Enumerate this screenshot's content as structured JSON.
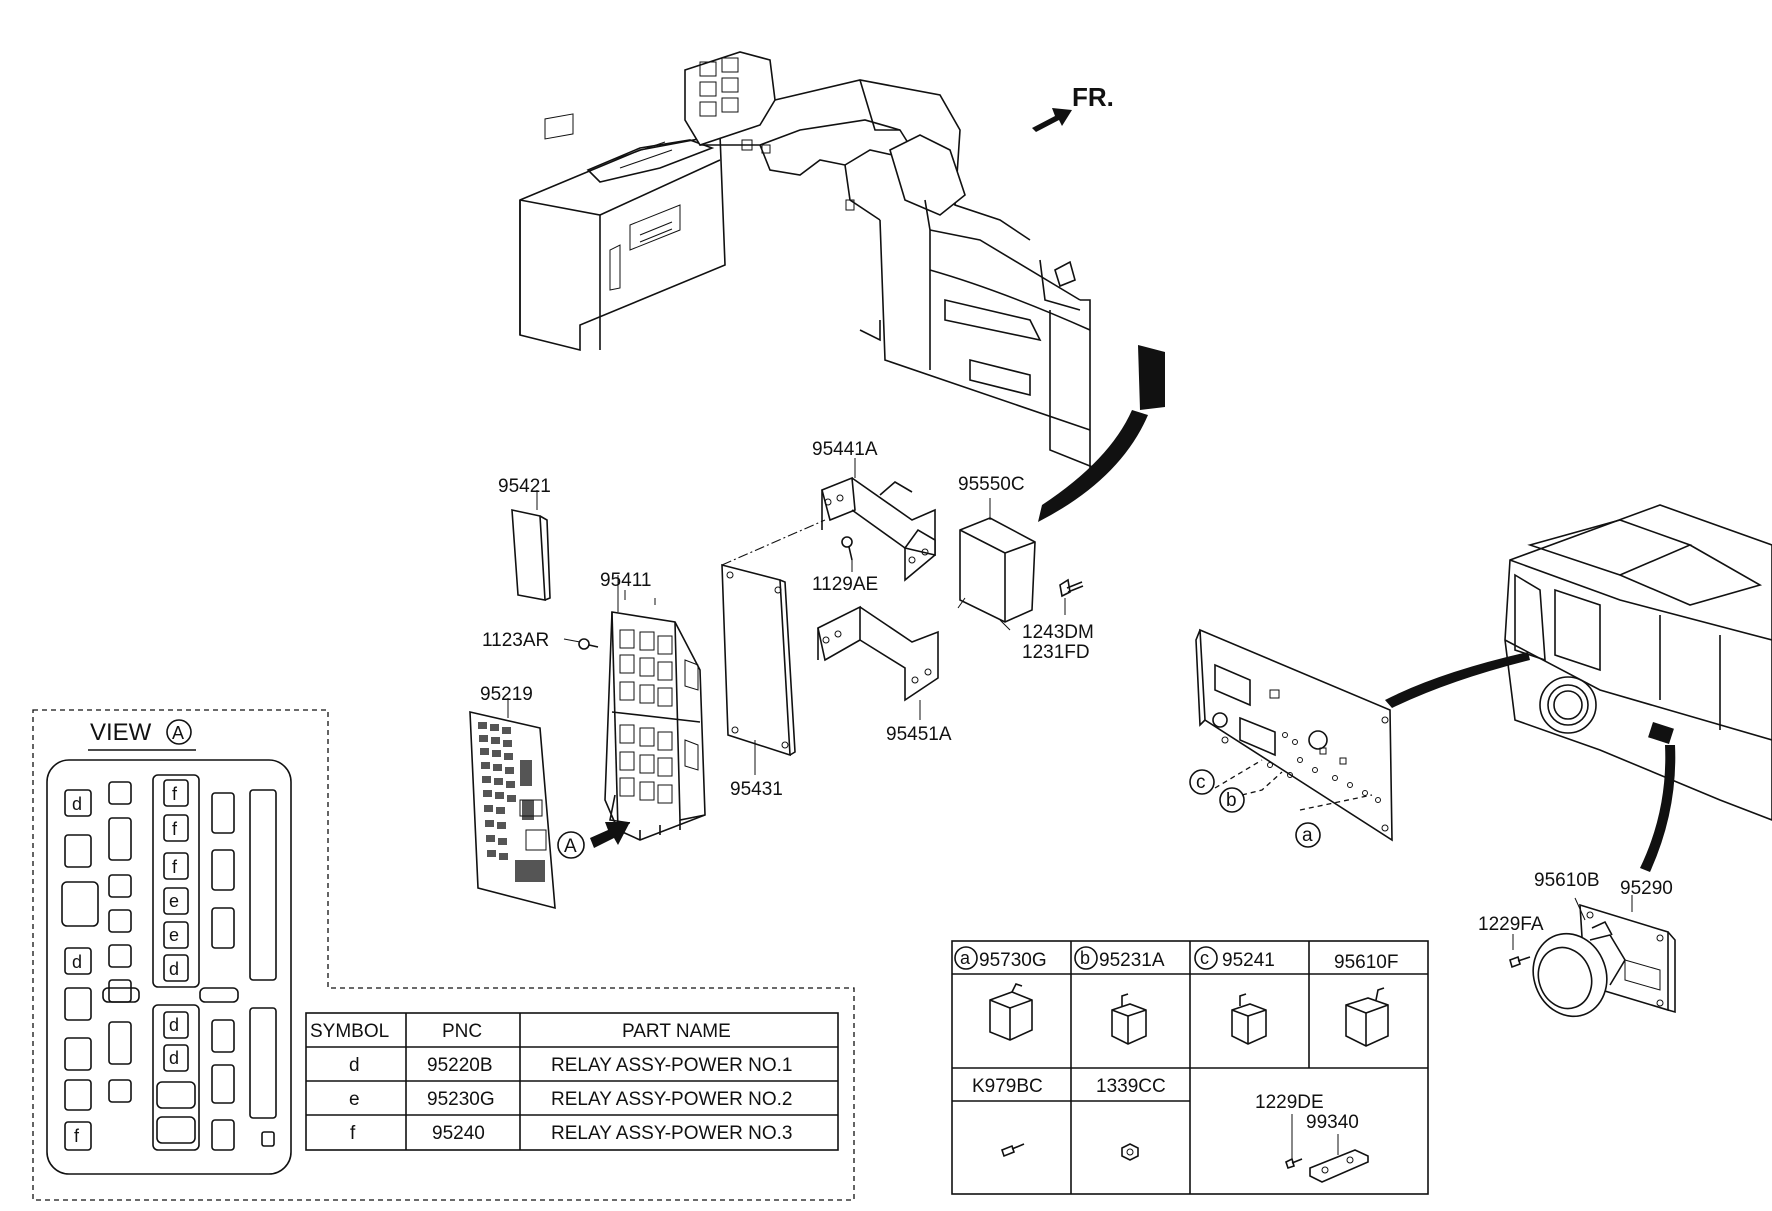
{
  "orientation": {
    "front_label": "FR."
  },
  "callouts": {
    "c95421": "95421",
    "c95411": "95411",
    "c1123AR": "1123AR",
    "c95219": "95219",
    "c95441A": "95441A",
    "c1129AE": "1129AE",
    "c95550C": "95550C",
    "c1243DM": "1243DM",
    "c1231FD": "1231FD",
    "c95451A": "95451A",
    "c95431": "95431",
    "c95610B": "95610B",
    "c95290": "95290",
    "c1229FA": "1229FA",
    "view_marker": "A",
    "loc_a": "a",
    "loc_b": "b",
    "loc_c": "c"
  },
  "view_a": {
    "title": "VIEW",
    "circle_letter": "A",
    "slot_labels": [
      "d",
      "f",
      "f",
      "f",
      "e",
      "e",
      "d",
      "d",
      "d",
      "d",
      "f"
    ]
  },
  "relay_table": {
    "headers": [
      "SYMBOL",
      "PNC",
      "PART NAME"
    ],
    "rows": [
      {
        "symbol": "d",
        "pnc": "95220B",
        "name": "RELAY ASSY-POWER NO.1"
      },
      {
        "symbol": "e",
        "pnc": "95230G",
        "name": "RELAY ASSY-POWER NO.2"
      },
      {
        "symbol": "f",
        "pnc": "95240",
        "name": "RELAY ASSY-POWER NO.3"
      }
    ]
  },
  "parts_grid": {
    "cells": [
      {
        "symbol": "a",
        "code": "95730G"
      },
      {
        "symbol": "b",
        "code": "95231A"
      },
      {
        "symbol": "c",
        "code": "95241"
      },
      {
        "symbol": "",
        "code": "95610F"
      },
      {
        "symbol": "",
        "code": "K979BC"
      },
      {
        "symbol": "",
        "code": "1339CC"
      },
      {
        "symbol": "",
        "code": "1229DE",
        "code2": "99340"
      }
    ]
  }
}
